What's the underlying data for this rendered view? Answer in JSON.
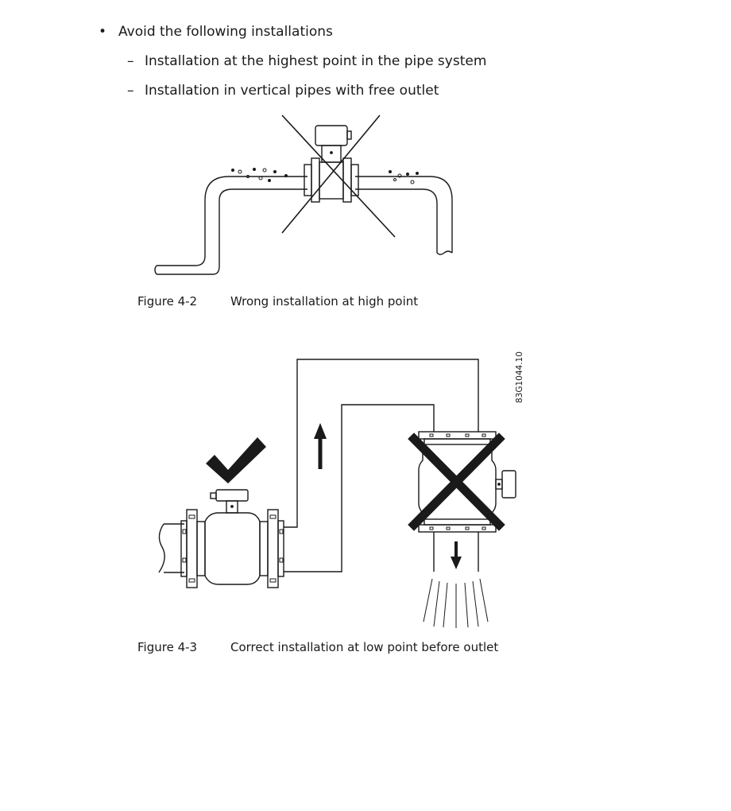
{
  "list": {
    "intro": "Avoid the following installations",
    "items": [
      "Installation at the highest point in the pipe system",
      "Installation in vertical pipes with free outlet"
    ]
  },
  "figures": [
    {
      "number": "Figure 4-2",
      "title": "Wrong installation at high point"
    },
    {
      "number": "Figure 4-3",
      "title": "Correct installation at low point before outlet",
      "code": "83G1044.10"
    }
  ]
}
